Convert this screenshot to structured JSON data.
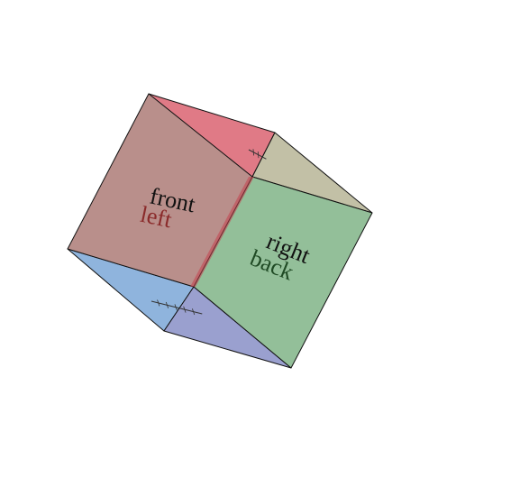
{
  "cube": {
    "faces": {
      "top": {
        "color": "#e07a86"
      },
      "back_right": {
        "color": "#c2c0a6"
      },
      "front_left": {
        "color": "#b98f8b",
        "label_top": "front",
        "label_bottom": "left",
        "label_bottom_color": "#8a2a2a"
      },
      "bottom": {
        "color": "#8fb4dd"
      },
      "bottom_right": {
        "color": "#9aa0cf"
      },
      "right": {
        "color": "#93bf99",
        "label_top": "right",
        "label_bottom": "back",
        "label_bottom_color": "#1f4a24"
      }
    },
    "edge_color": "#111111"
  }
}
